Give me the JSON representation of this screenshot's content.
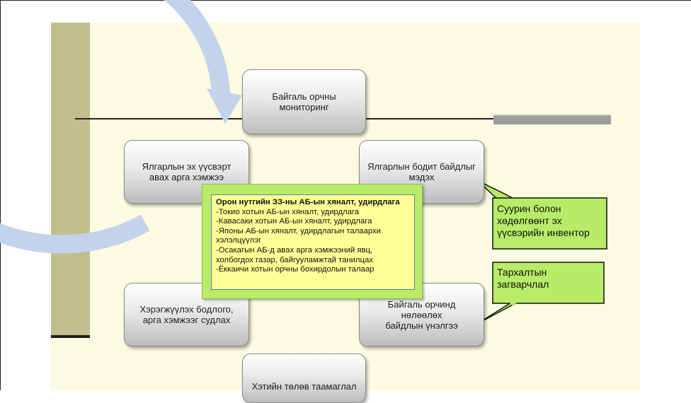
{
  "diagram": {
    "nodes": [
      {
        "id": "n1",
        "label": "Байгаль орчны\nмониторинг"
      },
      {
        "id": "n2",
        "label": "Ялгарлын бодит байдлыг\nмэдэх"
      },
      {
        "id": "n3",
        "label": "Байгаль орчинд нөлөөлөх\nбайдлын үнэлгээ"
      },
      {
        "id": "n4",
        "label": "Хэтийн төлөв  таамаглал"
      },
      {
        "id": "n5",
        "label": "Хэрэгжүүлэх бодлого,\nарга хэмжээг судлах"
      },
      {
        "id": "n6",
        "label": "Ялгарлын эх үүсвэрт\nавах арга хэмжээ"
      }
    ],
    "info_panel": {
      "title": "Орон нутгийн ЗЗ-ны АБ-ын хяналт, удирдлага",
      "lines": [
        "-Токио хотын АБ-ын хяналт, удирдлага",
        "-Кавасаки хотын АБ-ын хяналт, удирдлага",
        "-Японы АБ-ын хяналт, удирдлагын талаархи хэлэлцүүлэг",
        "-Осакагын АБ-д авах арга хэмжээний явц, холбогдох газар, байгууламжтай  танилцах",
        "-Ёккаичи хотын орчны бохирдолын талаар"
      ]
    },
    "callouts": [
      {
        "id": "c1",
        "text": "Суурин болон\nхөдөлгөөнт эх\nүүсвэрийн инвентор"
      },
      {
        "id": "c2",
        "text": "Тархалтын\nзагварчлал"
      }
    ],
    "colors": {
      "slide_background": "#fbfbe2",
      "side_bar": "#c2bf8f",
      "cycle_arrow": "#c3d3eb",
      "callout_fill": "#b8ec68",
      "info_fill": "#ffff96"
    }
  }
}
